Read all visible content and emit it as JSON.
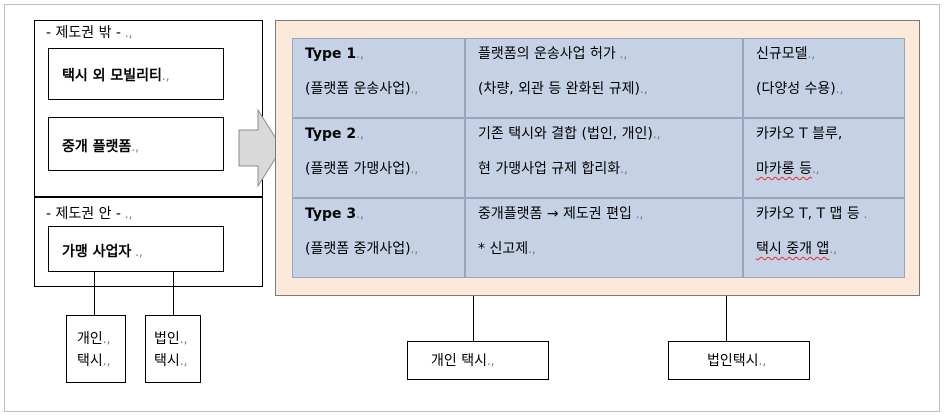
{
  "left": {
    "outside_header": "- 제도권 밖 -",
    "outside_items": [
      "택시 외 모빌리티",
      "중개 플랫폼"
    ],
    "inside_header": "- 제도권 안 -",
    "inside_item": "가맹 사업자",
    "sub_boxes": [
      {
        "line1": "개인",
        "line2": "택시"
      },
      {
        "line1": "법인",
        "line2": "택시"
      }
    ]
  },
  "table": {
    "rows": [
      {
        "type": "Type 1",
        "type_desc": "(플랫폼 운송사업)",
        "regulation_1": "플랫폼의 운송사업 허가",
        "regulation_2": "(차량, 외관 등 완화된 규제)",
        "example_1": "신규모델",
        "example_2": "(다양성 수용)"
      },
      {
        "type": "Type 2",
        "type_desc": "(플랫폼 가맹사업)",
        "regulation_1": "기존 택시와 결합 (법인, 개인)",
        "regulation_2": "현 가맹사업 규제 합리화",
        "example_1": "카카오 T 블루,",
        "example_2": "마카롱 등"
      },
      {
        "type": "Type 3",
        "type_desc": "(플랫폼 중개사업)",
        "regulation_1": "중개플랫폼 → 제도권 편입",
        "regulation_2": "* 신고제",
        "example_1": "카카오 T, T 맵 등",
        "example_2": "택시 중개 앱"
      }
    ]
  },
  "bottom": {
    "personal_taxi": "개인 택시",
    "corporate_taxi": "법인택시"
  },
  "colors": {
    "panel_bg": "#fde9d9",
    "cell_bg": "#c5d2e6",
    "arrow_fill": "#d9d9d9"
  }
}
